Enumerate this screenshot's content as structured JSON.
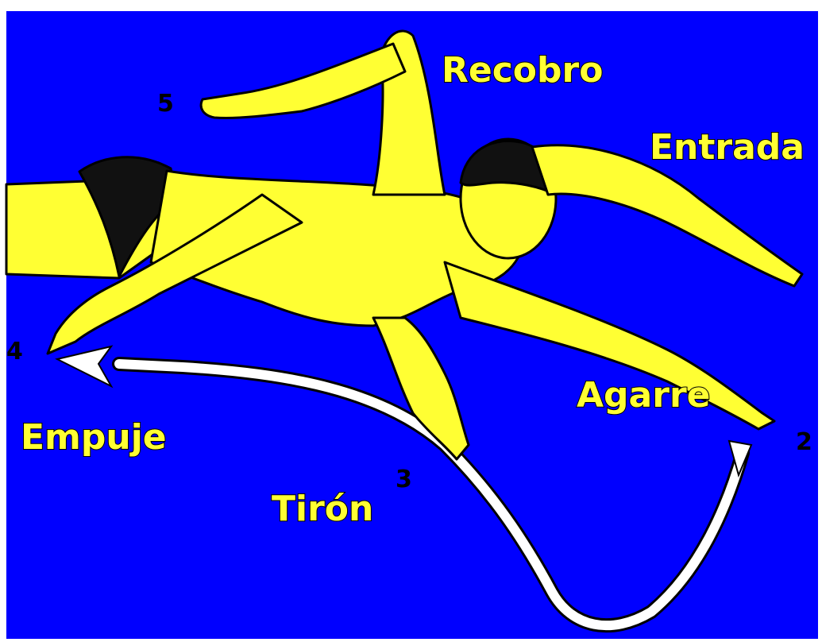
{
  "colors": {
    "background": "#0000ff",
    "body": "#ffff33",
    "outline": "#000000",
    "arrow": "#ffffff",
    "label_fill": "#ffff33"
  },
  "labels": {
    "recobro": "Recobro",
    "entrada": "Entrada",
    "agarre": "Agarre",
    "tiron": "Tirón",
    "empuje": "Empuje"
  },
  "numbers": {
    "n2": "2",
    "n3": "3",
    "n4": "4",
    "n5": "5"
  }
}
